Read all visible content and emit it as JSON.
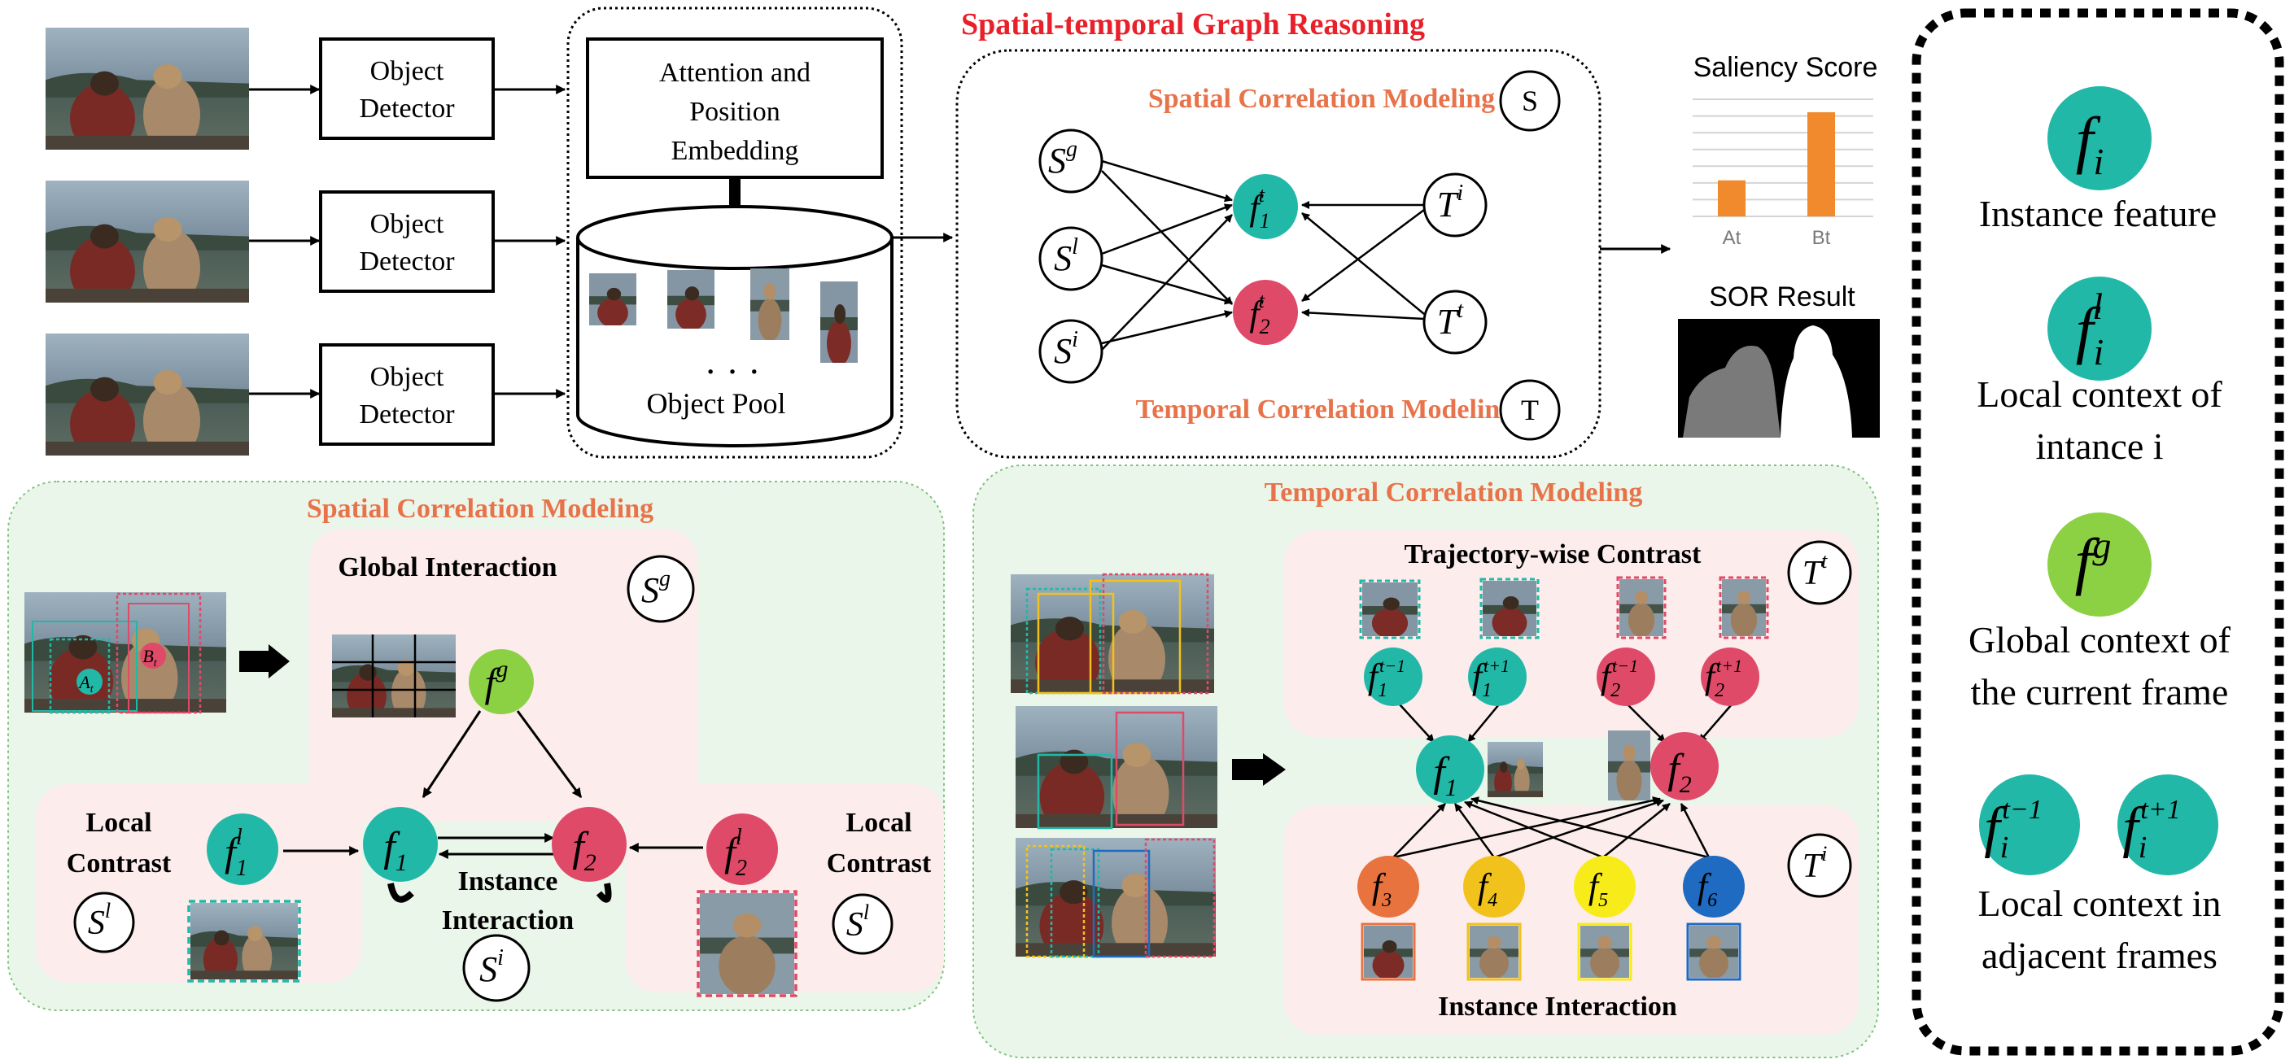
{
  "top": {
    "detector_label_1": "Object",
    "detector_label_2": "Detector",
    "attention_box_line1": "Attention and",
    "attention_box_line2": "Position",
    "attention_box_line3": "Embedding",
    "pool_ellipsis": "· · ·",
    "pool_label": "Object Pool",
    "graph_title": "Spatial-temporal Graph Reasoning",
    "graph_spatial": "Spatial Correlation Modeling",
    "graph_temporal": "Temporal Correlation Modeling",
    "badge_s": "S",
    "badge_t": "T",
    "node_sg": "S",
    "node_sg_sup": "g",
    "node_sl": "S",
    "node_sl_sup": "l",
    "node_si": "S",
    "node_si_sup": "i",
    "node_ti": "T",
    "node_ti_sup": "i",
    "node_tt": "T",
    "node_tt_sup": "t",
    "node_f1": "f",
    "node_f1_sub": "1",
    "node_f1_sup": "t",
    "node_f2": "f",
    "node_f2_sub": "2",
    "node_f2_sup": "t",
    "saliency_title": "Saliency Score",
    "saliency_cat_a": "At",
    "saliency_cat_b": "Bt",
    "sor_title": "SOR Result"
  },
  "saliency_chart": {
    "categories": [
      "At",
      "Bt"
    ],
    "values": [
      0.27,
      0.78
    ],
    "bar_color": "#f08a2c"
  },
  "spatial": {
    "title": "Spatial Correlation Modeling",
    "global_interaction": "Global Interaction",
    "local_contrast_1": "Local",
    "local_contrast_2": "Contrast",
    "instance_interaction_1": "Instance",
    "instance_interaction_2": "Interaction",
    "label_a": "A",
    "label_a_sub": "t",
    "label_b": "B",
    "label_b_sub": "t"
  },
  "temporal": {
    "title": "Temporal Correlation Modeling",
    "trajectory": "Trajectory-wise Contrast",
    "instance_interaction": "Instance Interaction",
    "nodes": [
      {
        "sub": "1",
        "sup": "t−1"
      },
      {
        "sub": "1",
        "sup": "t+1"
      },
      {
        "sub": "2",
        "sup": "t−1"
      },
      {
        "sub": "2",
        "sup": "t+1"
      }
    ],
    "others": [
      "3",
      "4",
      "5",
      "6"
    ]
  },
  "legend": {
    "instance_feature": "Instance feature",
    "local_context_1": "Local context of",
    "local_context_2": "intance i",
    "global_context_1": "Global context of",
    "global_context_2": "the current frame",
    "adjacent_1": "Local context in",
    "adjacent_2": "adjacent frames",
    "sym_f": "f",
    "sub_i": "i",
    "sup_l": "l",
    "sup_g": "g",
    "sup_prev": "t−1",
    "sup_next": "t+1"
  },
  "colors": {
    "title_red": "#e8202a",
    "orange_title": "#e8734a",
    "teal": "#22b8a8",
    "crimson": "#df4a68",
    "green": "#8cd143",
    "panel_green": "#ebf6ea",
    "panel_pink": "#fcecec",
    "node_orange": "#e8733e",
    "node_yellow": "#f2c21c",
    "node_lemon": "#f7ec1a",
    "node_blue": "#1f6bc2"
  }
}
